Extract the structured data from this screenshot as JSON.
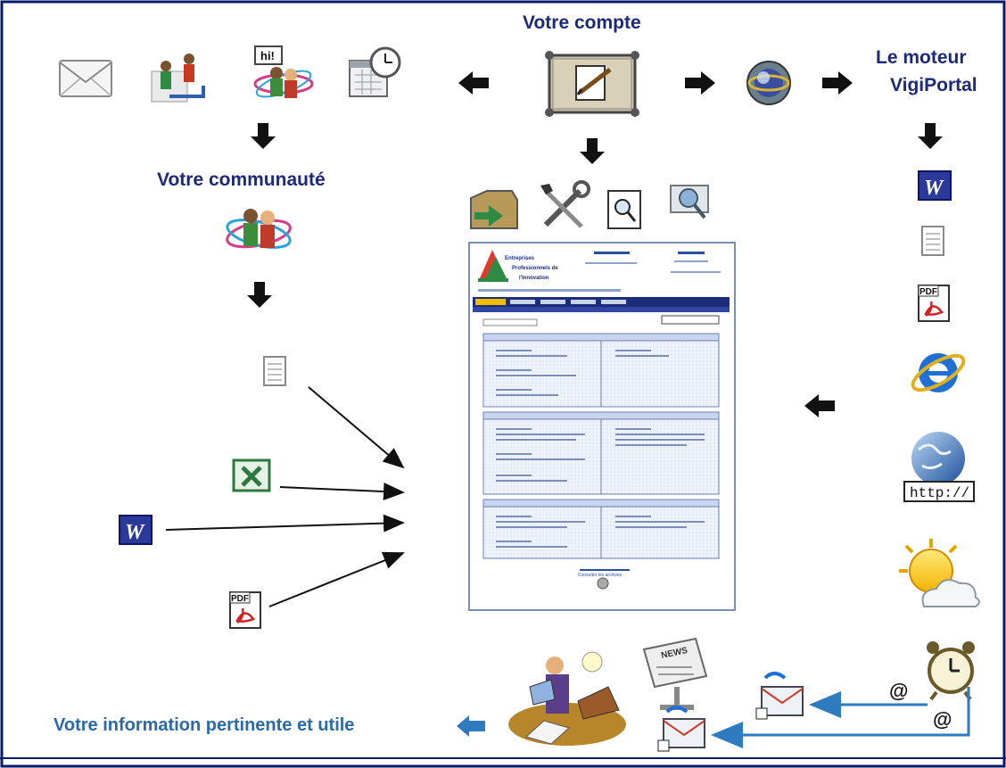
{
  "labels": {
    "account": "Votre compte",
    "engine_line1": "Le moteur",
    "engine_line2": "VigiPortal",
    "community": "Votre communauté",
    "info": "Votre information pertinente et utile",
    "at_sign": "@"
  },
  "portal_preview": {
    "org_line1": "Entreprises",
    "org_line2": "Professionnels de",
    "org_line3": "l'Innovation",
    "footer_link": "Consulter les archives"
  },
  "icons": {
    "top_row": [
      "mail-icon",
      "users-link-icon",
      "hi-chat-icon",
      "calendar-clock-icon"
    ],
    "center_tools": [
      "folder-arrow-icon",
      "tools-icon",
      "magnifier-doc-icon",
      "search-screen-icon"
    ],
    "engine_sources": [
      "word-doc-icon",
      "text-doc-icon",
      "pdf-doc-icon",
      "internet-explorer-icon",
      "http-globe-icon",
      "weather-icon",
      "alarm-clock-icon"
    ],
    "community_inputs": [
      "text-doc-icon",
      "excel-doc-icon",
      "word-doc-icon",
      "pdf-doc-icon"
    ],
    "bottom": [
      "person-laptop-icon",
      "lightbulb-icon",
      "newspaper-icon",
      "email-forward-icon"
    ]
  },
  "colors": {
    "title_blue": "#1d2a7a",
    "info_blue": "#2a6aa8",
    "frame": "#0a1a6a",
    "link_arrow": "#2e7bc0"
  }
}
